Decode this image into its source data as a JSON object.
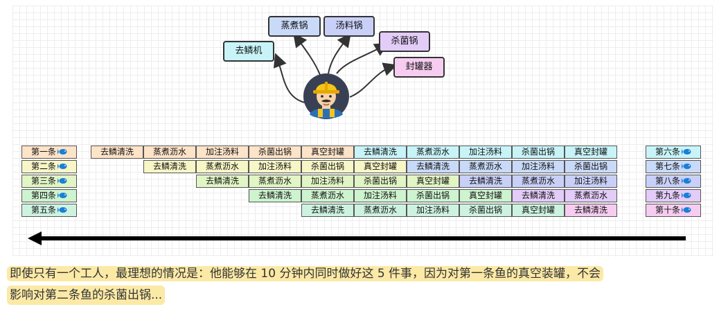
{
  "machines": [
    {
      "label": "蒸煮锅",
      "color": "#c9daf8"
    },
    {
      "label": "汤料锅",
      "color": "#c9d0f8"
    },
    {
      "label": "去鳞机",
      "color": "#c8f4f8"
    },
    {
      "label": "杀菌锅",
      "color": "#e3ccf8"
    },
    {
      "label": "封罐器",
      "color": "#f6cdf0"
    }
  ],
  "fish": [
    {
      "label": "第一条",
      "color": "#fde3c8"
    },
    {
      "label": "第二条",
      "color": "#f7f6c6"
    },
    {
      "label": "第三条",
      "color": "#e1f5c5"
    },
    {
      "label": "第四条",
      "color": "#cdf3cf"
    },
    {
      "label": "第五条",
      "color": "#cdf3e0"
    },
    {
      "label": "第六条",
      "color": "#c8f4f8"
    },
    {
      "label": "第七条",
      "color": "#c9daf8"
    },
    {
      "label": "第八条",
      "color": "#c9d0f8"
    },
    {
      "label": "第九条",
      "color": "#e3ccf8"
    },
    {
      "label": "第十条",
      "color": "#f6cdf0"
    }
  ],
  "steps": [
    "去鳞清洗",
    "蒸煮沥水",
    "加注汤料",
    "杀菌出锅",
    "真空封罐"
  ],
  "caption_lines": [
    "即使只有一个工人，最理想的情况是：他能够在 10 分钟内同时做好这 5 件事，因为对第一条鱼的真空装罐，不会",
    "影响对第二条鱼的杀菌出锅..."
  ],
  "colors": {
    "arrow": "#000000",
    "highlight": "#fbe9a6"
  }
}
